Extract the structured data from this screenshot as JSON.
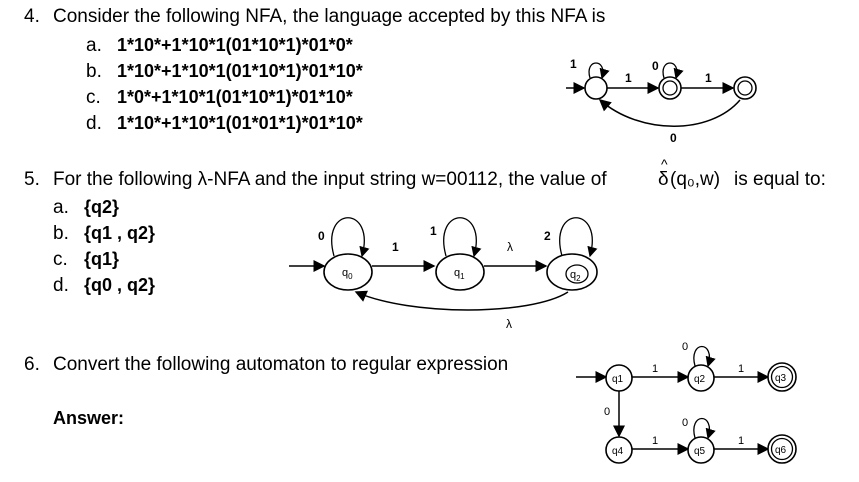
{
  "q4": {
    "number": "4.",
    "text": "Consider the following NFA, the language accepted by this NFA is",
    "options": [
      {
        "letter": "a.",
        "text": "1*10*+1*10*1(01*10*1)*01*0*"
      },
      {
        "letter": "b.",
        "text": "1*10*+1*10*1(01*10*1)*01*10*"
      },
      {
        "letter": "c.",
        "text": "1*0*+1*10*1(01*10*1)*01*10*"
      },
      {
        "letter": "d.",
        "text": "1*10*+1*10*1(01*01*1)*01*10*"
      }
    ],
    "diagram": {
      "loop1": "1",
      "edge12": "1",
      "loop2": "0",
      "edge23": "1",
      "back": "0"
    }
  },
  "q5": {
    "number": "5.",
    "text": "For the following λ-NFA and the input string w=00112, the value of δ̂(q₀,w) is equal to:",
    "text_pre": "For the following λ-NFA and the input string w=00112, the value of",
    "delta": "δ",
    "hat": "^",
    "arg": "(q₀,w)",
    "text_post": "is equal to:",
    "options": [
      {
        "letter": "a.",
        "text": "{q2}"
      },
      {
        "letter": "b.",
        "text": "{q1 , q2}"
      },
      {
        "letter": "c.",
        "text": "{q1}"
      },
      {
        "letter": "d.",
        "text": "{q0 , q2}"
      }
    ],
    "diagram": {
      "s0": "q",
      "s0sub": "0",
      "s1": "q",
      "s1sub": "1",
      "s2": "q",
      "s2sub": "2",
      "loop0": "0",
      "loop1": "1",
      "loop2": "2",
      "edge01": "1",
      "edge12": "λ",
      "back": "λ"
    }
  },
  "q6": {
    "number": "6.",
    "text": "Convert the following automaton to regular expression",
    "answer_label": "Answer:",
    "diagram": {
      "q1": "q1",
      "q2": "q2",
      "q3": "q3",
      "q4": "q4",
      "q5": "q5",
      "q6": "q6",
      "e12": "1",
      "loop2": "0",
      "e23": "1",
      "e14": "0",
      "e45": "1",
      "loop5": "0",
      "e56": "1"
    }
  }
}
